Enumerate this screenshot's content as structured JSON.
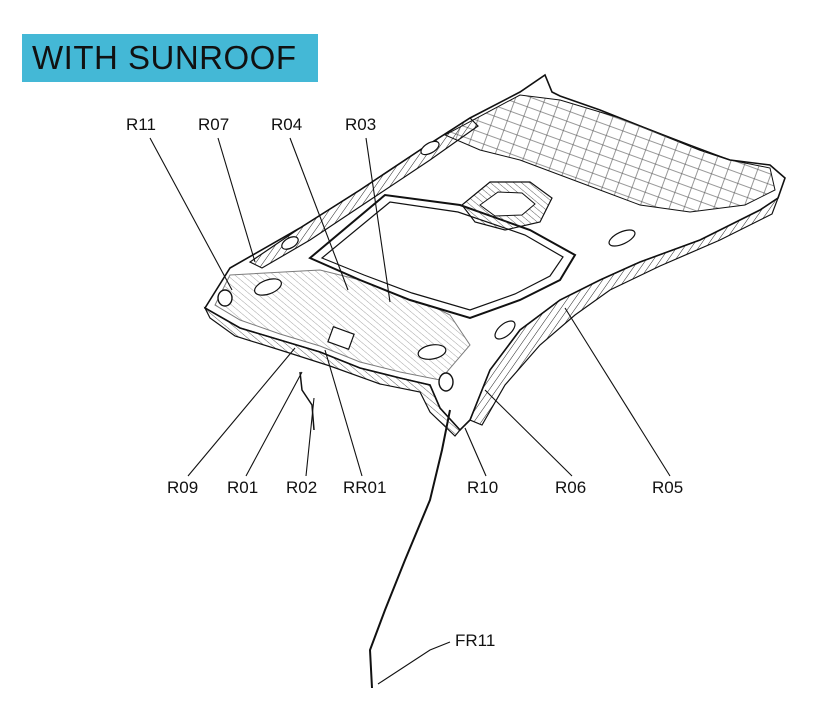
{
  "title": "WITH SUNROOF",
  "colors": {
    "banner": "#44b8d6",
    "line": "#111111"
  },
  "callouts": {
    "R11": "R11",
    "R07": "R07",
    "R04": "R04",
    "R03": "R03",
    "R09": "R09",
    "R01": "R01",
    "R02": "R02",
    "RR01": "RR01",
    "R10": "R10",
    "R06": "R06",
    "R05": "R05",
    "FR11": "FR11"
  }
}
